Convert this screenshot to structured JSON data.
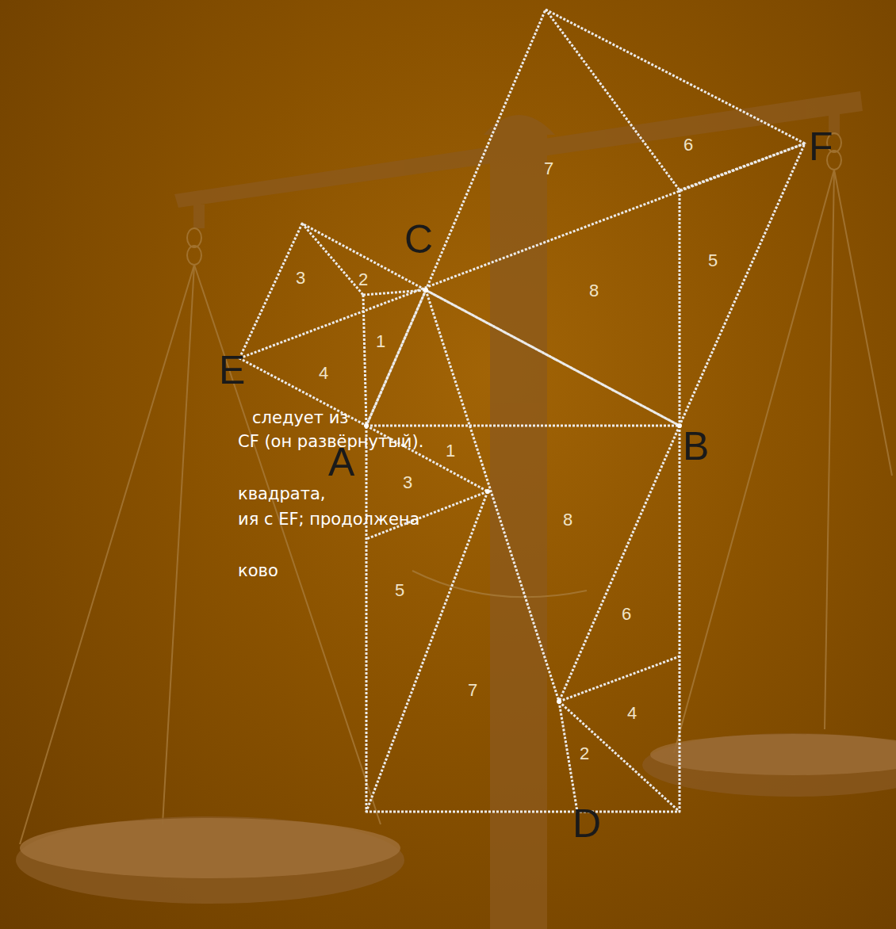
{
  "diagram": {
    "labels": [
      "следует из",
      "CF (он развёрнутый).",
      "квадрата,",
      "ия с EF; продолжена",
      "ково",
      "C",
      "E",
      "A",
      "B",
      "F",
      "D",
      "3",
      "2",
      "1",
      "4",
      "7",
      "6",
      "5",
      "8",
      "1",
      "3",
      "8",
      "5",
      "6",
      "7",
      "4",
      "2"
    ]
  }
}
